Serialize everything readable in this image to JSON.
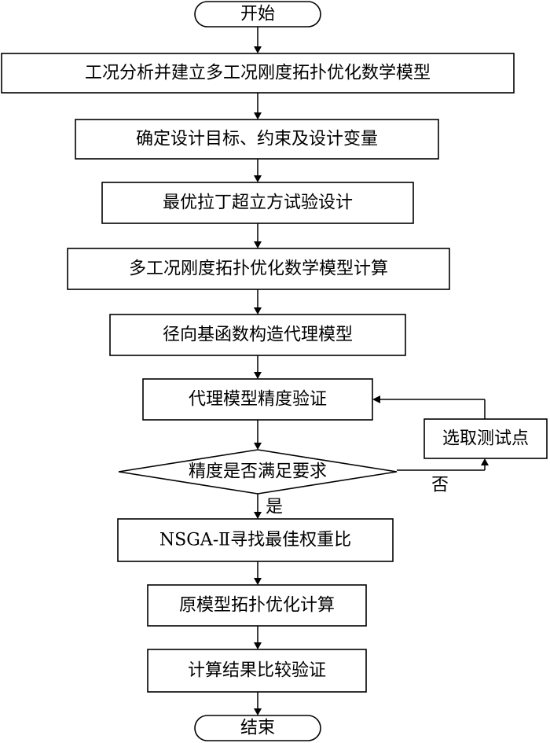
{
  "flowchart": {
    "start": "开始",
    "steps": [
      "工况分析并建立多工况刚度拓扑优化数学模型",
      "确定设计目标、约束及设计变量",
      "最优拉丁超立方试验设计",
      "多工况刚度拓扑优化数学模型计算",
      "径向基函数构造代理模型",
      "代理模型精度验证"
    ],
    "decision": "精度是否满足要求",
    "loop_step": "选取测试点",
    "edge_no": "否",
    "edge_yes": "是",
    "post_steps": [
      "NSGA-Ⅱ寻找最佳权重比",
      "原模型拓扑优化计算",
      "计算结果比较验证"
    ],
    "end": "结束"
  }
}
